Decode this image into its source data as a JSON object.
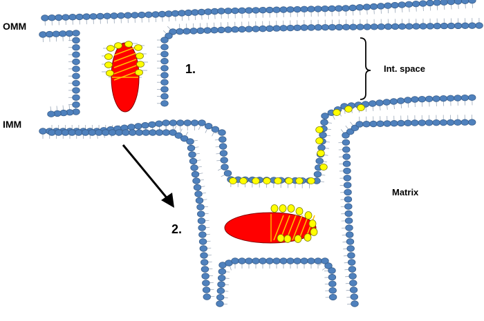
{
  "labels": {
    "omm": "OMM",
    "imm": "IMM",
    "intermembrane_space": "Int. space",
    "matrix": "Matrix",
    "step1": "1.",
    "step2": "2."
  },
  "colors": {
    "lipid_head": "#4f81bd",
    "lipid_head_edge": "#385d8a",
    "lipid_tail": "#9aa7b8",
    "cardiolipin": "#ffff00",
    "cardiolipin_edge": "#7f7f00",
    "protein": "#ff0000",
    "protein_stripe": "#ffc000",
    "arrow": "#000000"
  }
}
